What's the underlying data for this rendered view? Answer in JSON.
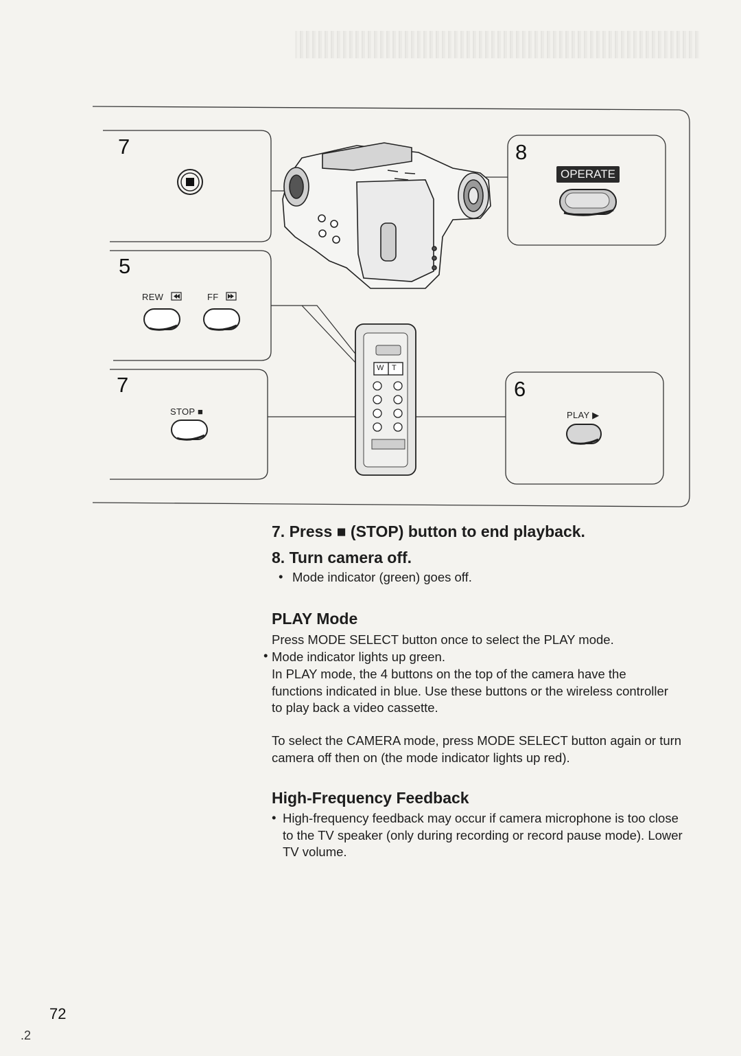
{
  "diagram": {
    "panel_7_top": {
      "step": "7"
    },
    "panel_5": {
      "step": "5",
      "rew_label": "REW",
      "ff_label": "FF"
    },
    "panel_7_bottom": {
      "step": "7",
      "stop_label": "STOP ■"
    },
    "panel_8": {
      "step": "8",
      "operate_label": "OPERATE"
    },
    "panel_6": {
      "step": "6",
      "play_label": "PLAY ▶"
    },
    "remote_buttons": {
      "w": "W",
      "t": "T"
    }
  },
  "instructions": {
    "step7": "7. Press ■ (STOP) button to end playback.",
    "step8": "8. Turn camera off.",
    "step8_bullet": "Mode indicator (green) goes off."
  },
  "play_mode": {
    "heading": "PLAY Mode",
    "line1": "Press MODE SELECT button once to select the PLAY mode.",
    "bullet": "Mode indicator lights up green.",
    "para": "In PLAY mode, the 4 buttons on the top of the camera have the functions indicated in blue.  Use these buttons or the wireless controller to play back a video cassette.",
    "para2": "To select the CAMERA mode, press MODE SELECT button again or turn camera off then on (the mode indicator lights up red)."
  },
  "feedback": {
    "heading": "High-Frequency Feedback",
    "bullet": "High-frequency feedback may occur if camera microphone is too close to the TV speaker (only during recording or record pause mode).  Lower TV volume."
  },
  "page_number": "72",
  "corner_mark": ".2"
}
